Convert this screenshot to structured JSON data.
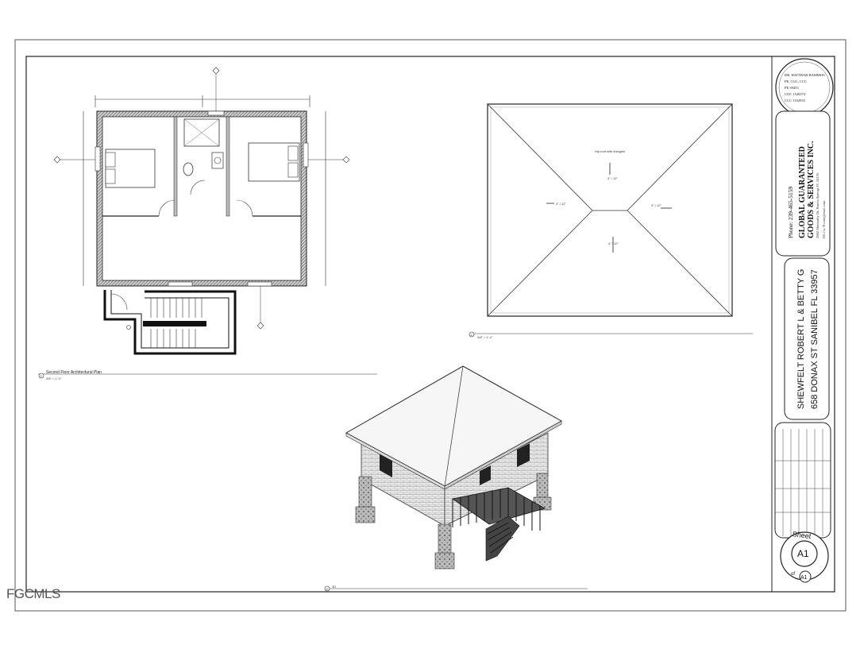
{
  "watermark": "FGCMLS",
  "views": {
    "plan": {
      "title": "Second Floor Architectural Plan",
      "scale": "3/8\" = 1'-0\"",
      "marker": "1"
    },
    "roof": {
      "title": "Roof Plan",
      "scale": "3/8\" = 1'-0\"",
      "marker": "2",
      "note": "Hip roof with shingles",
      "slopes": [
        "4\" / 12\"",
        "4\" / 12\"",
        "4\" / 12\"",
        "4\" / 12\""
      ]
    },
    "iso": {
      "marker": "3",
      "title": "3D"
    }
  },
  "title_block": {
    "engineer": [
      "DR. HATTRAB HAMMOU",
      "PE, CGC, CCC",
      "PE 59453",
      "CGC 1526574",
      "CCC 1332935"
    ],
    "phone": "Phone: 239-465-5159",
    "company_line1": "GLOBAL GUARANTEED",
    "company_line2": "GOODS & SERVICES INC.",
    "company_address": "2982 Abernathy Dr. Bonita Springs FL 34135",
    "company_email": "P.E.Ca. N.com@mail.com",
    "owner": "SHEWFELT ROBERT L & BETTY G",
    "address": "658 DONAX ST SANIBEL FL 33957",
    "sheet_label": "Sheet",
    "sheet_number": "A1",
    "sheet_of": "A1"
  },
  "colors": {
    "line": "#222222",
    "light_line": "#777777",
    "brick": "#cfcfcf",
    "roof": "#f4f4f4"
  }
}
